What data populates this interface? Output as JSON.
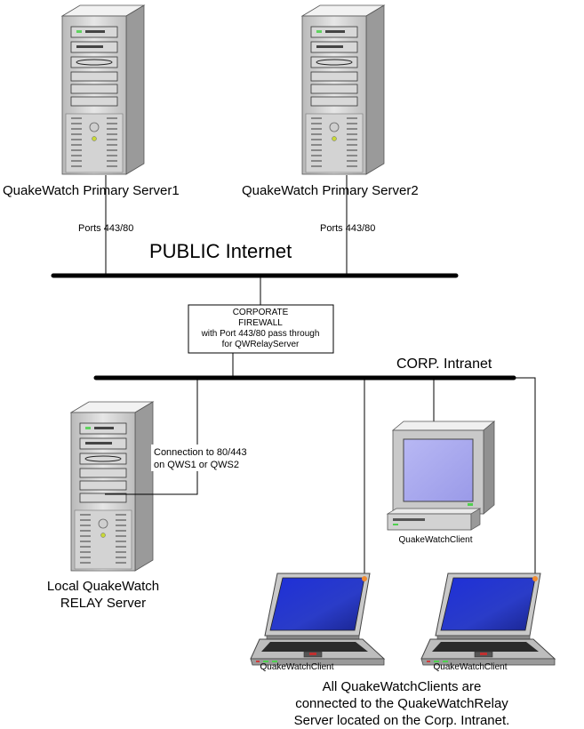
{
  "servers": {
    "primary1": {
      "label": "QuakeWatch Primary Server1",
      "ports": "Ports 443/80"
    },
    "primary2": {
      "label": "QuakeWatch Primary Server2",
      "ports": "Ports 443/80"
    },
    "relay": {
      "label_line1": "Local QuakeWatch",
      "label_line2": "RELAY Server",
      "connection_line1": "Connection to 80/443",
      "connection_line2": "on QWS1 or QWS2"
    }
  },
  "networks": {
    "public": "PUBLIC Internet",
    "intranet": "CORP. Intranet"
  },
  "firewall": {
    "line1": "CORPORATE",
    "line2": "FIREWALL",
    "line3": "with Port 443/80 pass through",
    "line4": "for QWRelayServer"
  },
  "clients": {
    "desktop": "QuakeWatchClient",
    "laptop1": "QuakeWatchClient",
    "laptop2": "QuakeWatchClient"
  },
  "note": {
    "line1": "All QuakeWatchClients are",
    "line2": "connected to the QuakeWatchRelay",
    "line3": "Server located on the Corp. Intranet."
  },
  "colors": {
    "tower_light": "#e9e9e9",
    "tower_mid": "#c8c8c8",
    "tower_dark": "#8c8c8c",
    "screen_blue": "#2d3fd0",
    "monitor_screen": "#a9a9f2",
    "led_green": "#3fcf3f"
  }
}
